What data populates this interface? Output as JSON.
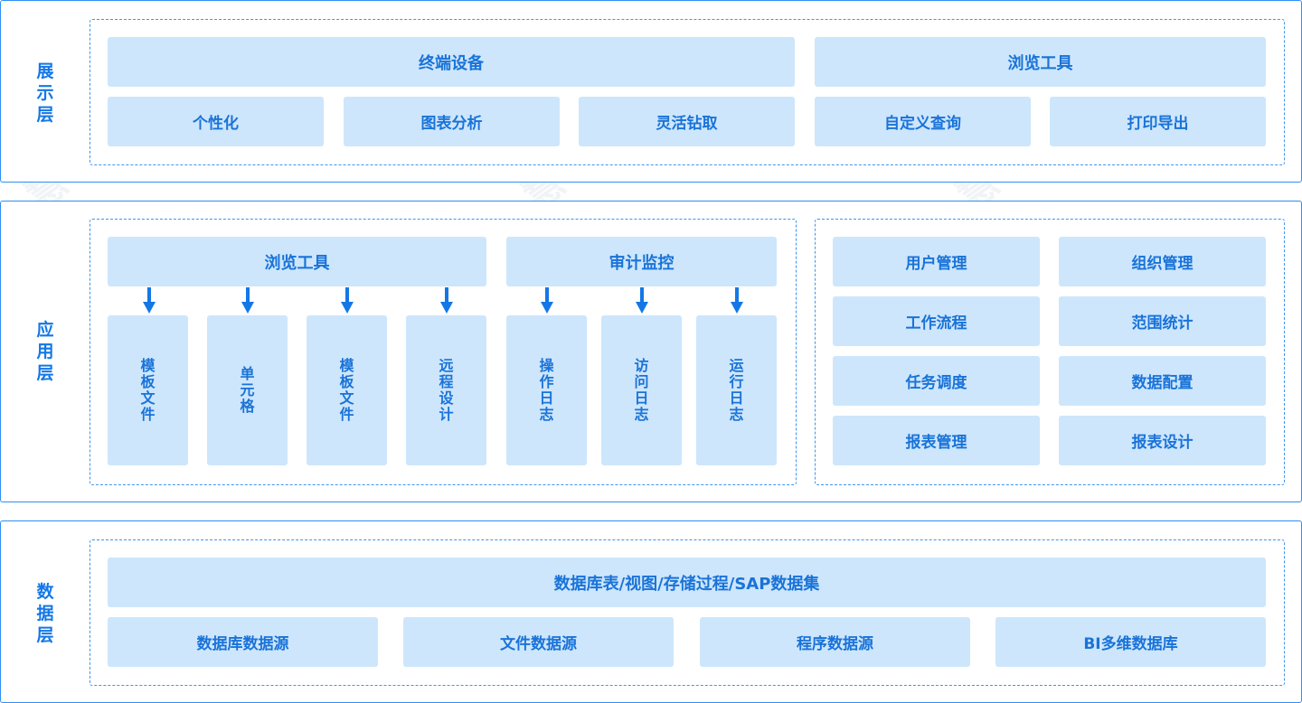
{
  "colors": {
    "accent": "#1477e6",
    "box_fill": "#cde6fc",
    "border": "#2e8ff0"
  },
  "watermark": "慧智物联",
  "presentation": {
    "label": [
      "展",
      "示",
      "层"
    ],
    "terminal": "终端设备",
    "browser": "浏览工具",
    "items_left": [
      "个性化",
      "图表分析",
      "灵活钻取"
    ],
    "items_right": [
      "自定义查询",
      "打印导出"
    ]
  },
  "application": {
    "label": [
      "应",
      "用",
      "层"
    ],
    "browser": "浏览工具",
    "audit": "审计监控",
    "browser_items": [
      "模板文件",
      "单元格",
      "模板文件",
      "远程设计"
    ],
    "audit_items": [
      "操作日志",
      "访问日志",
      "运行日志"
    ],
    "management": [
      "用户管理",
      "组织管理",
      "工作流程",
      "范围统计",
      "任务调度",
      "数据配置",
      "报表管理",
      "报表设计"
    ]
  },
  "data_layer": {
    "label": [
      "数",
      "据",
      "层"
    ],
    "top": "数据库表/视图/存储过程/SAP数据集",
    "sources": [
      "数据库数据源",
      "文件数据源",
      "程序数据源",
      "BI多维数据库"
    ]
  }
}
